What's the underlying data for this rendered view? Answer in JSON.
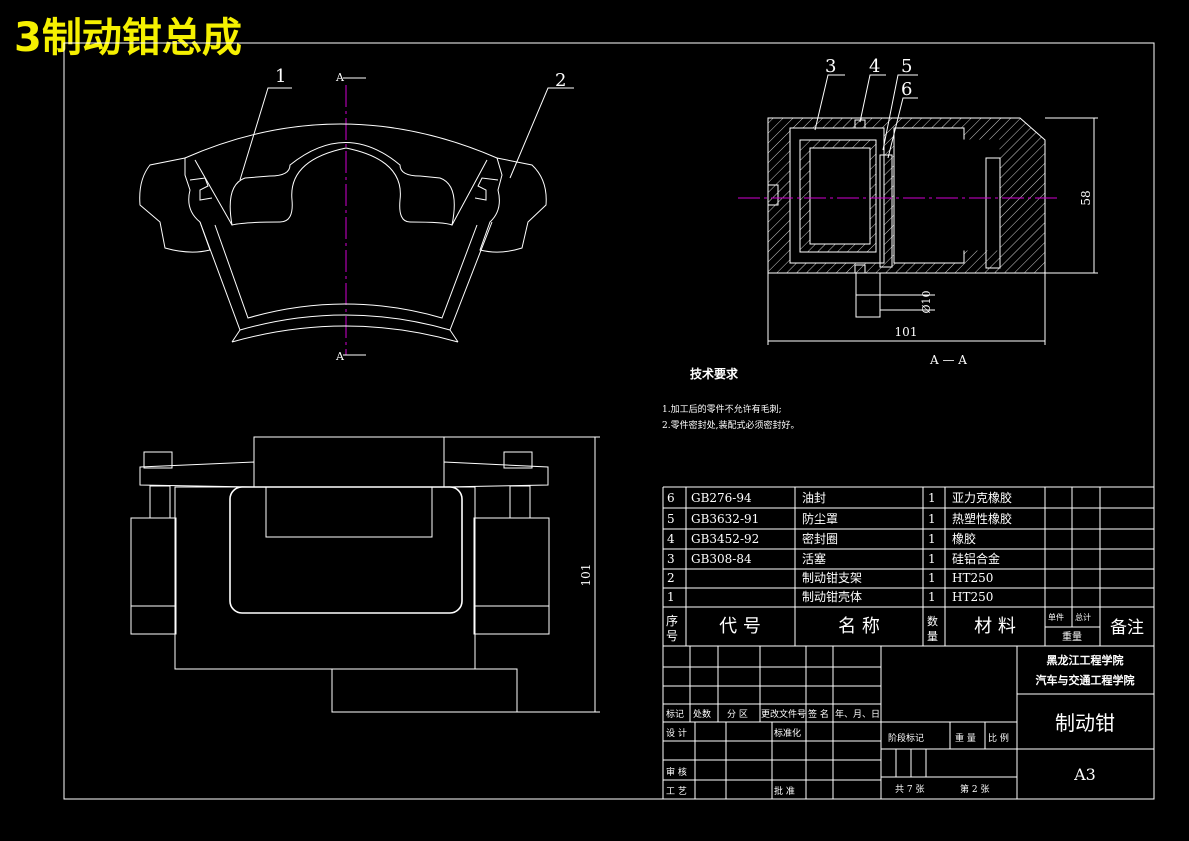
{
  "title": "3制动钳总成",
  "callouts": {
    "c1": "1",
    "c2": "2",
    "c3": "3",
    "c4": "4",
    "c5": "5",
    "c6": "6"
  },
  "section": {
    "top_a": "A",
    "bottom_a": "A",
    "view_label": "A — A"
  },
  "dims": {
    "height_58": "58",
    "width_101": "101",
    "dia_10": "Ø10",
    "front_101": "101"
  },
  "tech": {
    "heading": "技术要求",
    "line1": "1.加工后的零件不允许有毛刺;",
    "line2": "2.零件密封处,装配式必须密封好。"
  },
  "parts": [
    {
      "no": "6",
      "code": "GB276-94",
      "name": "油封",
      "qty": "1",
      "material": "亚力克橡胶"
    },
    {
      "no": "5",
      "code": "GB3632-91",
      "name": "防尘罩",
      "qty": "1",
      "material": "热塑性橡胶"
    },
    {
      "no": "4",
      "code": "GB3452-92",
      "name": "密封圈",
      "qty": "1",
      "material": "橡胶"
    },
    {
      "no": "3",
      "code": "GB308-84",
      "name": "活塞",
      "qty": "1",
      "material": "硅铝合金"
    },
    {
      "no": "2",
      "code": "",
      "name": "制动钳支架",
      "qty": "1",
      "material": "HT250"
    },
    {
      "no": "1",
      "code": "",
      "name": "制动钳壳体",
      "qty": "1",
      "material": "HT250"
    }
  ],
  "header": {
    "no": "序号",
    "code": "代 号",
    "name": "名 称",
    "qty": "数量",
    "material": "材 料",
    "unit": "单件",
    "total": "总计",
    "weight": "重量",
    "remark": "备注"
  },
  "title_block": {
    "school1": "黑龙江工程学院",
    "school2": "汽车与交通工程学院",
    "drawing_name": "制动钳",
    "size": "A3",
    "mark": "标记",
    "count": "处数",
    "zone": "分 区",
    "change": "更改文件号",
    "sign": "签 名",
    "date": "年、月、日",
    "design": "设 计",
    "std": "标准化",
    "stage": "阶段标记",
    "weight": "重 量",
    "scale": "比 例",
    "check": "审 核",
    "process": "工 艺",
    "approve": "批 准",
    "total_sheets": "共 7 张",
    "sheet_no": "第 2 张"
  }
}
